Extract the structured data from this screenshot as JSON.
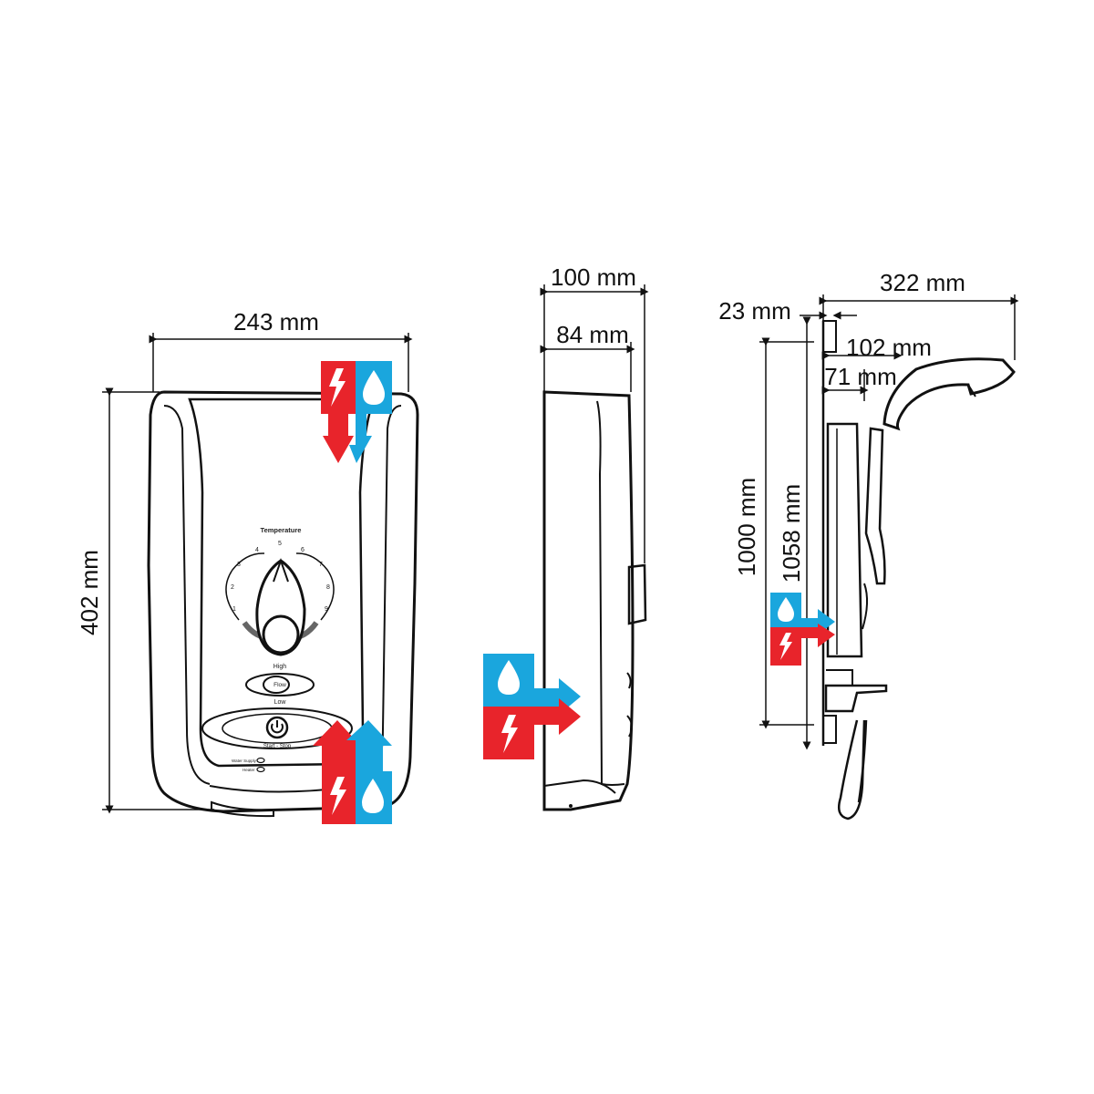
{
  "dimensions": {
    "front_width": "243 mm",
    "front_height": "402 mm",
    "side_total_depth": "100 mm",
    "side_body_depth": "84 mm",
    "rail_offset_top": "23 mm",
    "rail_total_width": "322 mm",
    "rail_holder_depth": "102 mm",
    "rail_bracket_depth": "71 mm",
    "rail_length": "1000 mm",
    "rail_overall_height": "1058 mm"
  },
  "control_panel": {
    "temperature_label": "Temperature",
    "dial_numbers": [
      "1",
      "2",
      "3",
      "4",
      "5",
      "6",
      "7",
      "8",
      "9"
    ],
    "flow_high": "High",
    "flow_label": "Flow",
    "flow_low": "Low",
    "start_stop": "Start - Stop",
    "water_supply": "Water Supply",
    "heater": "Heater"
  },
  "icons": {
    "electric": "lightning-icon",
    "water": "water-drop-icon",
    "electric_color": "#e8242b",
    "water_color": "#1aa6dd"
  }
}
